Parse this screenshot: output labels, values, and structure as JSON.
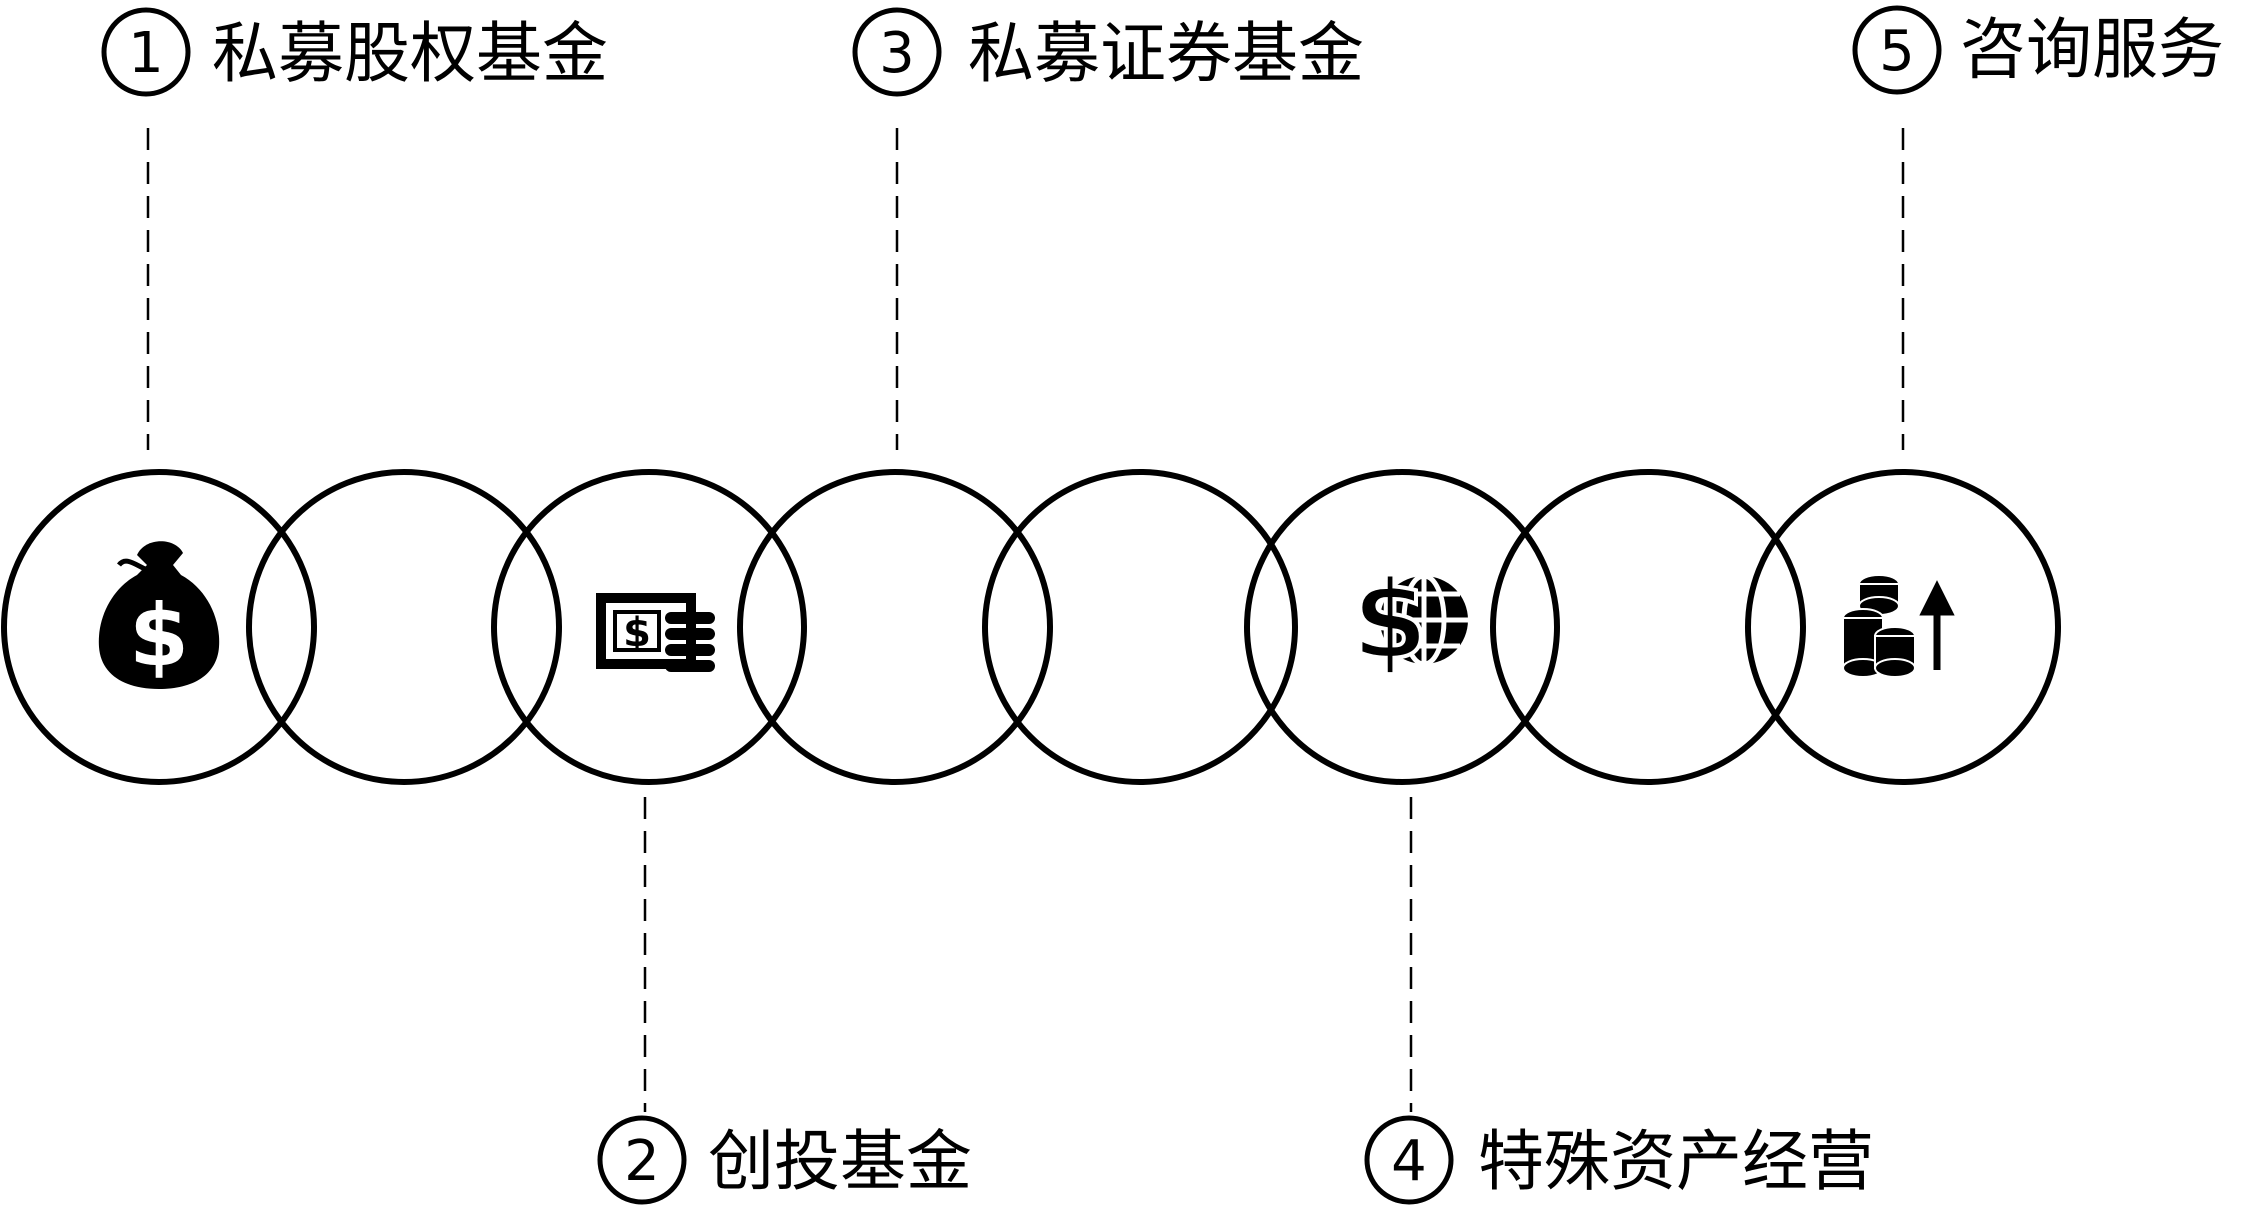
{
  "colors": {
    "stroke": "#000000",
    "background": "#ffffff"
  },
  "items": [
    {
      "number": "1",
      "label": "私募股权基金",
      "icon": "money-bag-icon"
    },
    {
      "number": "2",
      "label": "创投基金",
      "icon": "check-cash-icon"
    },
    {
      "number": "3",
      "label": "私募证券基金",
      "icon": ""
    },
    {
      "number": "4",
      "label": "特殊资产经营",
      "icon": "dollar-globe-icon"
    },
    {
      "number": "5",
      "label": "咨询服务",
      "icon": "coin-stacks-growth-icon"
    }
  ]
}
